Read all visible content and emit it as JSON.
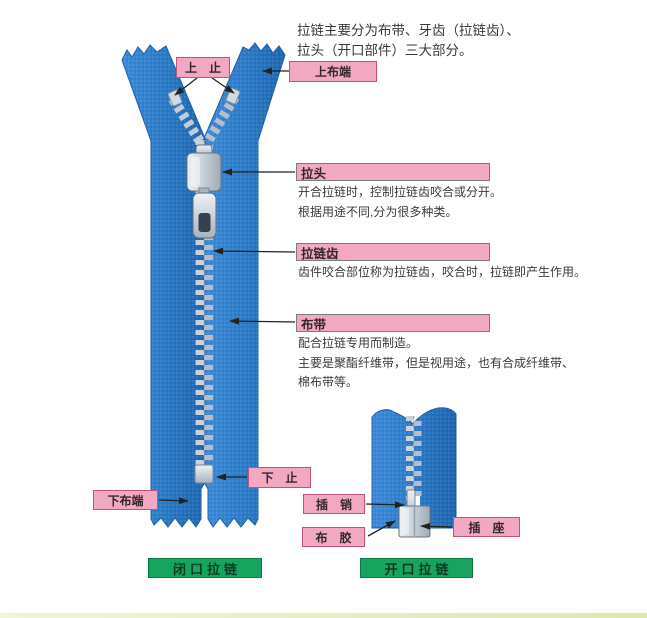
{
  "intro": [
    "拉链主要分为布带、牙齿（拉链齿）、",
    "拉头（开口部件）三大部分。"
  ],
  "parts": {
    "top_stop": {
      "label": "上　止"
    },
    "top_tape_end": {
      "label": "上布端"
    },
    "slider": {
      "label": "拉头",
      "desc": [
        "开合拉链时，控制拉链齿咬合或分开。",
        "根据用途不同,分为很多种类。"
      ]
    },
    "teeth": {
      "label": "拉链齿",
      "desc": [
        "齿件咬合部位称为拉链齿，咬合时，拉链即产生作用。"
      ]
    },
    "tape": {
      "label": "布带",
      "desc": [
        "配合拉链专用而制造。",
        "主要是聚酯纤维带，但是视用途，也有合成纤维带、",
        "棉布带等。"
      ]
    },
    "bottom_stop": {
      "label": "下　止"
    },
    "bottom_tape_end": {
      "label": "下布端"
    },
    "insert_pin": {
      "label": "插　销"
    },
    "retainer_box": {
      "label": "插　座"
    },
    "tape_glue": {
      "label": "布　胶"
    }
  },
  "captions": {
    "closed": "闭口拉链",
    "open": "开口拉链"
  },
  "colors": {
    "tape_blue": "#2b7ac6",
    "teeth_silver": "#c3cdd7",
    "label_pink": "#f3a8c2",
    "label_border_pink": "#c4537a",
    "label_border_gray": "#7d7d7d",
    "caption_green": "#17a45e",
    "arrow": "#222222"
  }
}
